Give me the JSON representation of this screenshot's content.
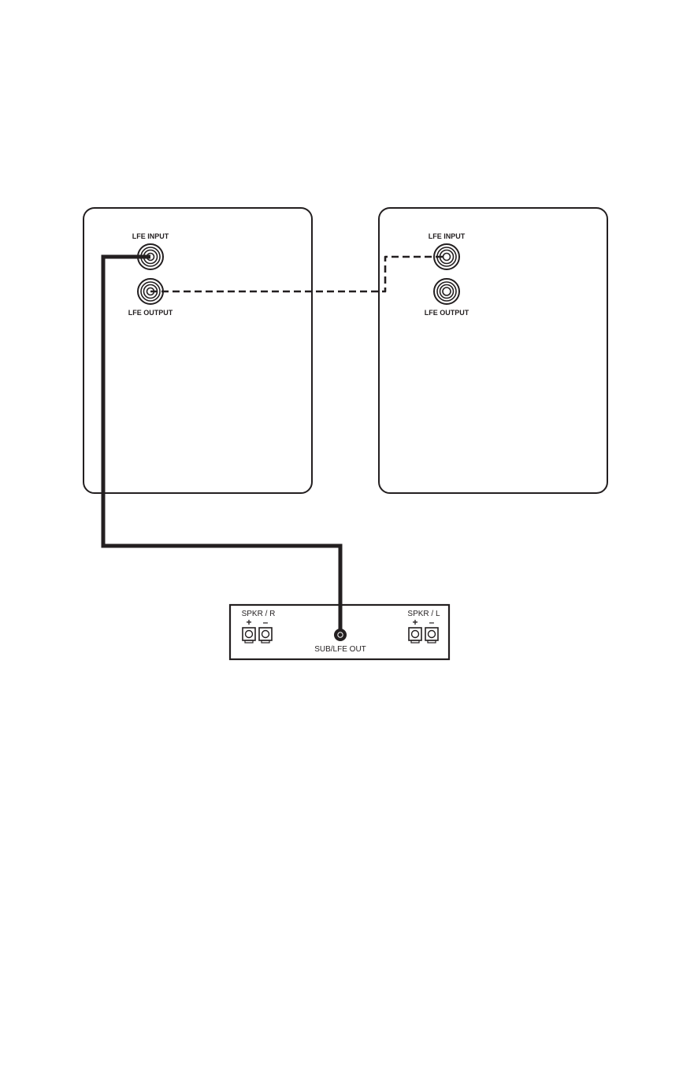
{
  "colors": {
    "ink": "#231f20",
    "background": "#ffffff"
  },
  "subwoofer_left": {
    "input_label": "LFE INPUT",
    "output_label": "LFE OUTPUT"
  },
  "subwoofer_right": {
    "input_label": "LFE INPUT",
    "output_label": "LFE OUTPUT"
  },
  "receiver": {
    "right_speaker_label": "SPKR / R",
    "left_speaker_label": "SPKR / L",
    "plus_sign": "+",
    "minus_sign": "–",
    "sub_out_label": "SUB/LFE OUT"
  }
}
